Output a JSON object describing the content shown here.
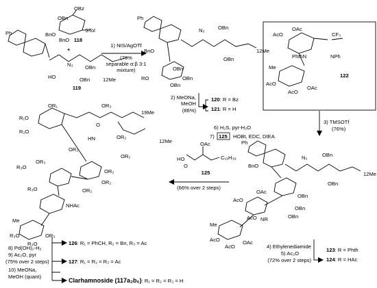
{
  "compounds": {
    "c118": "118",
    "c119": "119",
    "c120_label": "120",
    "c120_rest": ": R = Bz",
    "c121_label": "121",
    "c121_rest": ": R = H",
    "c122": "122",
    "c123_label": "123",
    "c123_rest": ": R = Phth",
    "c124_label": "124",
    "c124_rest": ": R = HAc",
    "c125": "125",
    "c126_label": "126",
    "c126_rest": ": R₁ = PhCH, R₂ = Bn, R₃ = Ac",
    "c127_label": "127",
    "c127_rest": ": R₁ = R₂ = R₃ = Ac",
    "clar_label": "Clarhamnoside (117a₂b₆)",
    "clar_rest": ": R₁ = R₂ = R₃ = H"
  },
  "steps": {
    "s1_a": "1) NIS/AgOTf",
    "s1_b": "(76%",
    "s1_c": "separable α:β 3:1",
    "s1_d": "mixture)",
    "s2_a": "2) MeONa,",
    "s2_b": "MeOH",
    "s2_c": "(86%)",
    "s3_a": "3) TMSOTf",
    "s3_b": "(76%)",
    "s45_a": "4) Ethylenediamide",
    "s45_b": "5) Ac₂O",
    "s45_c": "(72% over 2 steps)",
    "s67_a": "6) H₂S, pyr-H₂O",
    "s67_b_num": "7)",
    "s67_b_box": "125",
    "s67_c": "HOBt, EDC, DIEA",
    "s67_d": "(66% over 2 steps)",
    "s810_a": "8) Pd(OH)₂-H₂",
    "s810_b": "9) Ac₂O, pyr",
    "s810_c": "(75% over 2 steps)",
    "s810_d": "10) MeONa,",
    "s810_e": "MeOH (quant)"
  },
  "atoms": {
    "Ph": "Ph",
    "OBz": "OBz",
    "OBn": "OBn",
    "BnO": "BnO",
    "STol": "STol",
    "plus": "+",
    "N3": "N₃",
    "Me12": "12Me",
    "RO": "RO",
    "OAc": "OAc",
    "AcO": "AcO",
    "Me": "Me",
    "PhthN": "PhthN",
    "CF3": "CF₃",
    "NPh": "NPh",
    "NR": "NR",
    "NHAc": "NHAc",
    "C19H39": "C₁₉H₃₉",
    "HO": "HO",
    "O": "O",
    "HN": "HN",
    "OR1": "OR₁",
    "R1O": "R₁O",
    "OR2": "OR₂",
    "R2O": "R₂O",
    "OR3": "OR₃",
    "R3O": "R₃O",
    "Me19": "19Me"
  },
  "colors": {
    "ink": "#000000",
    "background": "#ffffff"
  }
}
